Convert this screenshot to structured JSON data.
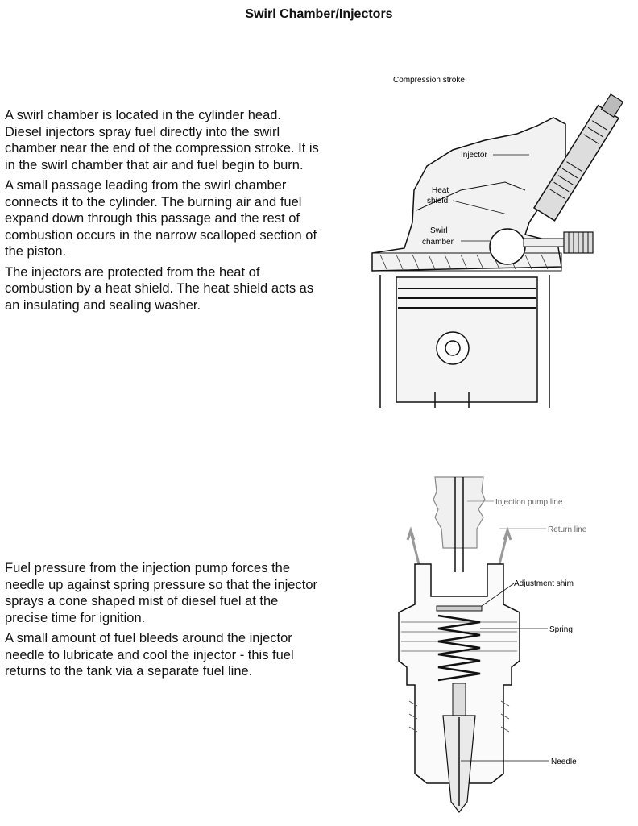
{
  "page": {
    "title": "Swirl Chamber/Injectors"
  },
  "section1": {
    "paragraphs": [
      "A swirl chamber is located in the cylinder head. Diesel injectors spray fuel directly into the swirl chamber near the end of the compression stroke. It is in the swirl chamber that air and fuel begin to burn.",
      "A small passage leading from the swirl chamber connects it to the cylinder. The burning air and fuel expand down through this passage and the rest of combustion occurs in the narrow scalloped section of the piston.",
      "The injectors are protected from the heat of combustion by a heat shield. The heat shield acts as an insulating and sealing washer."
    ],
    "figure": {
      "caption": "Compression stroke",
      "labels": {
        "injector": "Injector",
        "heat_shield_line1": "Heat",
        "heat_shield_line2": "shield",
        "swirl_chamber_line1": "Swirl",
        "swirl_chamber_line2": "chamber"
      }
    }
  },
  "section2": {
    "paragraphs": [
      "Fuel pressure from the injection pump forces the needle up against spring pressure so that the injector sprays a cone shaped mist of diesel fuel at the precise time for ignition.",
      "A small amount of fuel bleeds around the injector needle to lubricate and cool the injector - this fuel returns to the tank via a separate fuel line."
    ],
    "figure": {
      "labels": {
        "injection_pump_line": "Injection pump line",
        "return_line": "Return line",
        "adjustment_shim": "Adjustment shim",
        "spring": "Spring",
        "needle": "Needle"
      }
    }
  }
}
